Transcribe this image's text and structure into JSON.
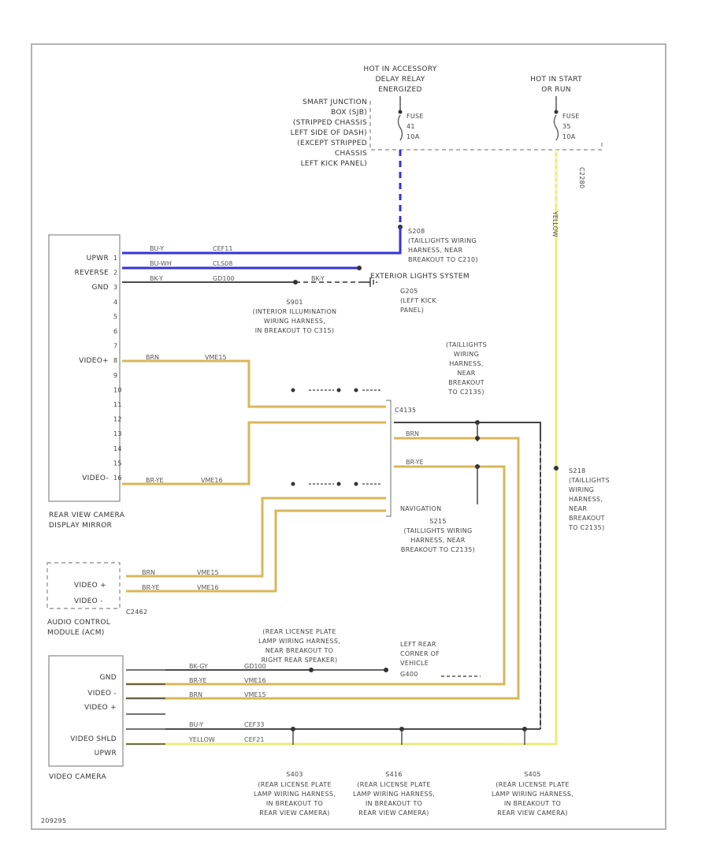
{
  "colors": {
    "blue": "#3333dd",
    "yellow_tan": "#d8b75a",
    "yellow": "#e8ec7a",
    "dark": "#333333",
    "frame": "#999999"
  },
  "top": {
    "acc_hot": [
      "HOT IN ACCESSORY",
      "DELAY RELAY",
      "ENERGIZED"
    ],
    "start_hot": [
      "HOT IN START",
      "OR RUN"
    ],
    "sjb": [
      "SMART JUNCTION",
      "BOX (SJB)",
      "(STRIPPED CHASSIS",
      "LEFT SIDE OF DASH)",
      "(EXCEPT STRIPPED",
      "CHASSIS",
      "LEFT KICK PANEL)"
    ],
    "fuse1": [
      "FUSE",
      "41",
      "10A"
    ],
    "fuse2": [
      "FUSE",
      "35",
      "10A"
    ],
    "s208": [
      "S208",
      "(TAILLIGHTS WIRING",
      "HARNESS, NEAR",
      "BREAKOUT TO C210)"
    ],
    "c2280": "C2280"
  },
  "mirror": {
    "pins": [
      "UPWR",
      "REVERSE",
      "GND",
      "",
      "",
      "",
      "",
      "VIDEO+",
      "",
      "",
      "",
      "",
      "",
      "",
      "",
      "VIDEO-"
    ],
    "pin_numbers": [
      "1",
      "2",
      "3",
      "4",
      "5",
      "6",
      "7",
      "8",
      "9",
      "10",
      "11",
      "12",
      "13",
      "14",
      "15",
      "16"
    ],
    "title": [
      "REAR VIEW CAMERA",
      "DISPLAY MIRROR"
    ]
  },
  "wires": {
    "w1": [
      "BU-Y",
      "CEF11"
    ],
    "w2": [
      "BU-WH",
      "CLS08"
    ],
    "w3": [
      "BK-Y",
      "GD100"
    ],
    "w_gnd": "BK-Y",
    "w8": [
      "BRN",
      "VME15"
    ],
    "w16": [
      "BR-YE",
      "VME16"
    ]
  },
  "middle": {
    "ext": "EXTERIOR LIGHTS SYSTEM",
    "g205": [
      "G205",
      "(LEFT KICK",
      "PANEL)"
    ],
    "s901": [
      "S901",
      "(INTERIOR ILLUMINATION",
      "WIRING HARNESS,",
      "IN BREAKOUT TO C315)"
    ],
    "taillights": [
      "(TAILLIGHTS",
      "WIRING",
      "HARNESS,",
      "NEAR",
      "BREAKOUT",
      "TO C2135)"
    ],
    "c4135": "C4135",
    "navigation": "NAVIGATION",
    "brn": "BRN",
    "bryel": "BR-YE",
    "s215": [
      "S215",
      "(TAILLIGHTS WIRING",
      "HARNESS, NEAR",
      "BREAKOUT TO C2135)"
    ],
    "s218": [
      "S218",
      "(TAILLIGHTS",
      "WIRING",
      "HARNESS,",
      "NEAR",
      "BREAKOUT",
      "TO C2135)"
    ]
  },
  "acm": {
    "pins": [
      "VIDEO +",
      "VIDEO -"
    ],
    "connector": "C2462",
    "title": [
      "AUDIO CONTROL",
      "MODULE (ACM)"
    ],
    "w1": [
      "BRN",
      "VME15"
    ],
    "w2": [
      "BR-YE",
      "VME16"
    ]
  },
  "camera": {
    "pins": [
      "GND",
      "VIDEO -",
      "VIDEO +",
      "",
      "VIDEO SHLD",
      "UPWR"
    ],
    "title": "VIDEO CAMERA",
    "w_gnd": [
      "BK-GY",
      "GD100"
    ],
    "w_vneg": [
      "BR-YE",
      "VME16"
    ],
    "w_vpos": [
      "BRN",
      "VME15"
    ],
    "w_shld": [
      "BU-Y",
      "CEF33"
    ],
    "w_upwr": [
      "YELLOW",
      "CEF21"
    ],
    "g400": [
      "G400",
      "LEFT REAR",
      "CORNER OF",
      "VEHICLE"
    ],
    "s446_label": [
      "(REAR LICENSE PLATE",
      "LAMP WIRING HARNESS,",
      "NEAR BREAKOUT TO",
      "RIGHT REAR SPEAKER)"
    ]
  },
  "bottom": {
    "splices": [
      {
        "id": "S403",
        "lines": [
          "(REAR LICENSE PLATE",
          "LAMP WIRING HARNESS,",
          "IN BREAKOUT TO",
          "REAR VIEW CAMERA)"
        ]
      },
      {
        "id": "S416",
        "lines": [
          "(REAR LICENSE PLATE",
          "LAMP WIRING HARNESS,",
          "IN BREAKOUT TO",
          "REAR VIEW CAMERA)"
        ]
      },
      {
        "id": "S405",
        "lines": [
          "(REAR LICENSE PLATE",
          "LAMP WIRING HARNESS,",
          "IN BREAKOUT TO",
          "REAR VIEW CAMERA)"
        ]
      }
    ],
    "code": "209295"
  }
}
